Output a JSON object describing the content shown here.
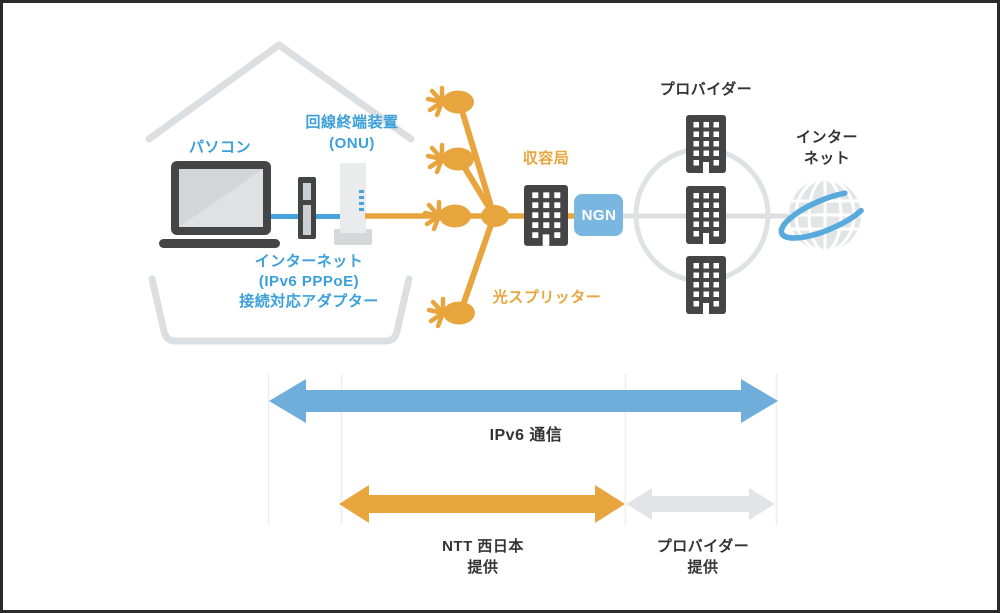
{
  "diagram": {
    "home": {
      "pc_label": "パソコン",
      "onu_label": [
        "回線終端装置",
        "(ONU)"
      ],
      "adapter_label": [
        "インターネット",
        "(IPv6 PPPoE)",
        "接続対応アダプター"
      ]
    },
    "carrier": {
      "splitter_label": "光スプリッター",
      "office_label": "収容局",
      "ngn_label": "NGN"
    },
    "provider": {
      "label": "プロバイダー"
    },
    "internet": {
      "label": [
        "インター",
        "ネット"
      ]
    }
  },
  "spans": {
    "ipv6": {
      "label": "IPv6 通信",
      "color": "#6fadda"
    },
    "ntt": {
      "label": [
        "NTT 西日本",
        "提供"
      ],
      "color": "#e8a53d"
    },
    "provider": {
      "label": [
        "プロバイダー",
        "提供"
      ],
      "color": "#e2e5e8"
    }
  },
  "colors": {
    "blue_text": "#3b9fd9",
    "blue_line": "#4aa2dc",
    "ngn_box": "#79b6e0",
    "orange": "#e8a53d",
    "dark_gray": "#454545",
    "light_gray": "#dcdfe1",
    "guide_line": "#ededed",
    "frame_border": "#2b2b2b"
  }
}
